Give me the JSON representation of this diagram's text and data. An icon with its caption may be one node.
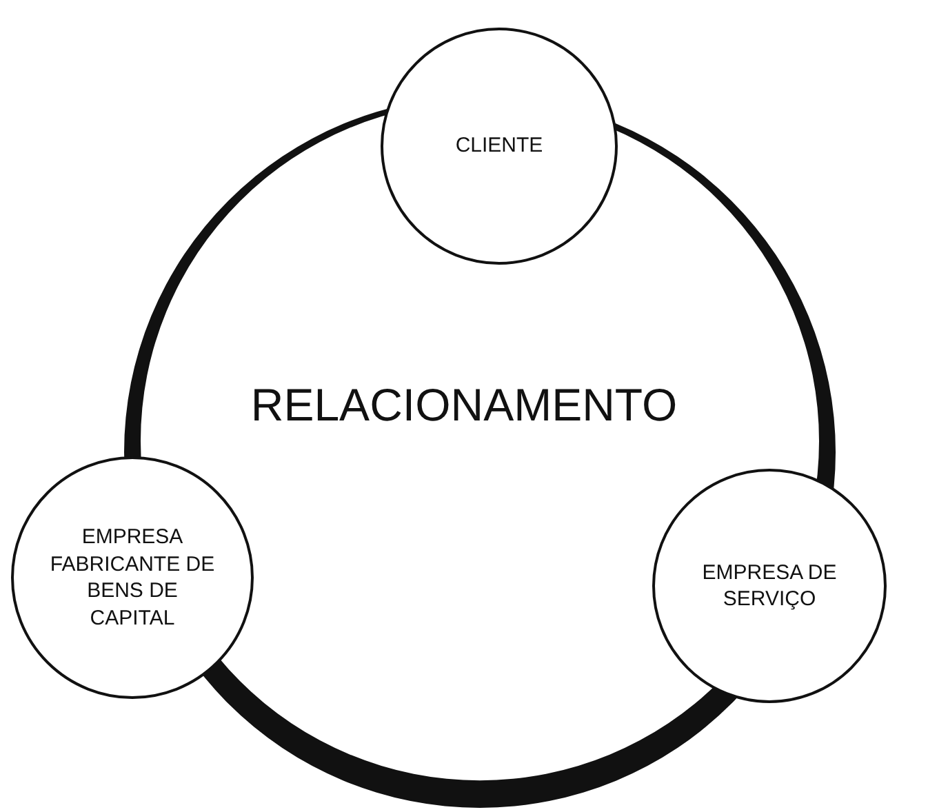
{
  "diagram": {
    "nodes": [
      {
        "text": [
          "RELACIONAMENTO"
        ]
      },
      {
        "text": [
          "CLIENTE"
        ]
      },
      {
        "text": [
          "EMPRESA FABRICANTE DE BENS DE CAPITAL"
        ]
      },
      {
        "text": [
          "EMPRESA DE SERVIÇO"
        ]
      }
    ]
  }
}
